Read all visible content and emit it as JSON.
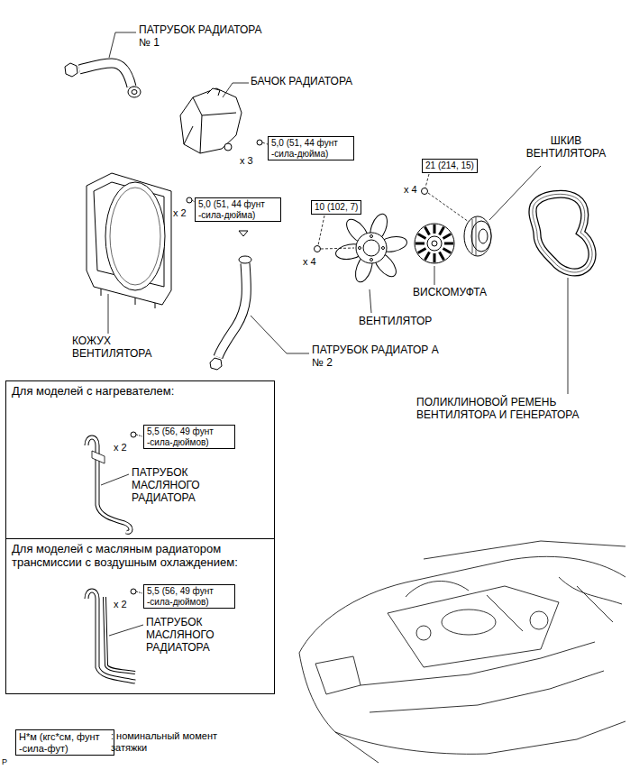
{
  "diagram": {
    "nodes": [
      {
        "text": [
          "5,0 (51, 44 фунт -сила-дюйма)"
        ]
      },
      {
        "text": [
          "21 (214, 15)"
        ]
      },
      {
        "text": [
          "5,0 (51, 44 фунт -сила-дюйма)"
        ]
      },
      {
        "text": [
          "10 (102, 7)"
        ]
      },
      {
        "text": [
          "Для моделей с нагревателем:"
        ]
      },
      {
        "text": [
          "5,5 (56, 49 фунт -сила-дюймов)"
        ],
        "in": 4
      },
      {
        "text": [
          "Для моделей с масляным радиатором трансмиссии с воздушным охлаждением:"
        ]
      },
      {
        "text": [
          "5,5 (56, 49 фунт -сила-дюймов)"
        ],
        "in": 6
      },
      {
        "text": [
          "Н*м (кгс*см, фунт -сила-фут)"
        ]
      }
    ],
    "labels": [
      "ПАТРУБОК РАДИАТОРА № 1",
      "БАЧОК РАДИАТОРА",
      "x 3",
      "ШКИВ ВЕНТИЛЯТОРА",
      "x 4",
      "x 2",
      "x 4",
      "ВИСКОМУФТА",
      "ВЕНТИЛЯТОР",
      "КОЖУХ ВЕНТИЛЯТОРА",
      "ПАТРУБОК РАДИАТОР А № 2",
      "ПОЛИКЛИНОВОЙ РЕМЕНЬ ВЕНТИЛЯТОРА И ГЕНЕРАТОРА",
      "x 2",
      "ПАТРУБОК МАСЛЯНОГО РАДИАТОРА",
      "x 2",
      "ПАТРУБОК МАСЛЯНОГО РАДИАТОРА",
      ": номинальный момент затяжки",
      "P"
    ]
  }
}
